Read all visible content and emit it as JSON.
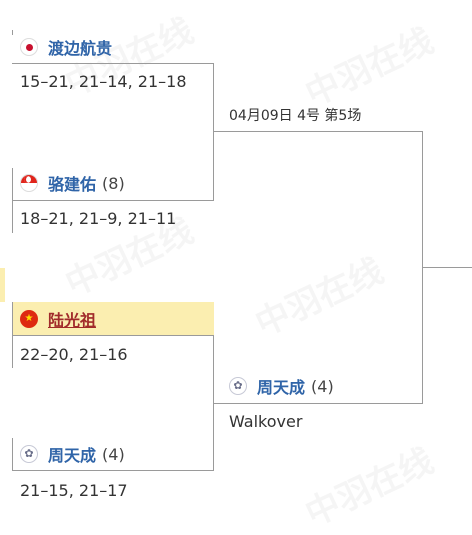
{
  "watermark": "中羽在线",
  "round1": [
    {
      "flag": "jp-flag-icon",
      "name": "渡边航贵",
      "seed": "",
      "score": "15–21, 21–14, 21–18"
    },
    {
      "flag": "sg-flag-icon",
      "name": "骆建佑",
      "seed": "(8)",
      "score": "18–21, 21–9, 21–11"
    },
    {
      "flag": "cn-flag-icon",
      "name": "陆光祖",
      "seed": "",
      "score": "22–20, 21–16",
      "highlighted": true
    },
    {
      "flag": "tpe-flag-icon",
      "name": "周天成",
      "seed": "(4)",
      "score": "21–15, 21–17"
    }
  ],
  "round2": {
    "match_info": "04月09日 4号 第5场",
    "winner_flag": "tpe-flag-icon",
    "winner_name": "周天成",
    "winner_seed": "(4)",
    "result": "Walkover"
  },
  "colors": {
    "name_link": "#2f64a8",
    "highlight_bg": "#fbeeb0",
    "highlight_name": "#a12b2b",
    "bracket_line": "#9a9a9a"
  }
}
